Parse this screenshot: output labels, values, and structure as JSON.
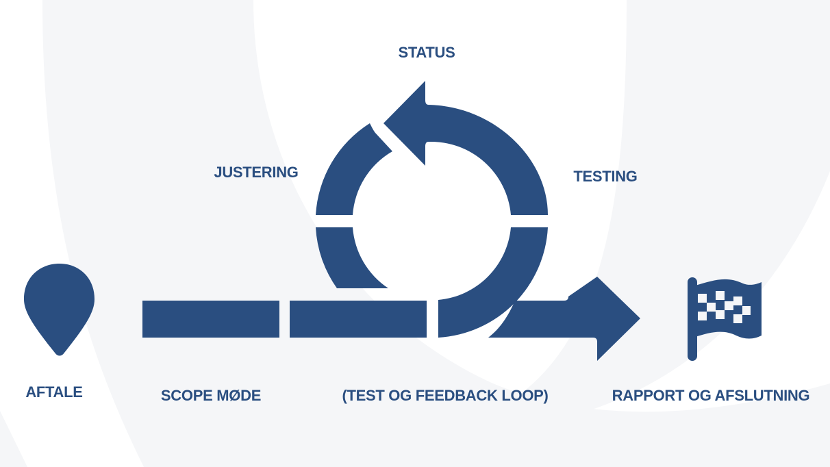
{
  "diagram": {
    "title": "Process flow",
    "colors": {
      "primary": "#2a4e80",
      "background": "#ffffff",
      "background_shape": "#f5f6f8"
    },
    "loop": {
      "labels": {
        "top": "STATUS",
        "left": "JUSTERING",
        "right": "TESTING"
      },
      "icon": "cycle-arrow-icon"
    },
    "steps": [
      {
        "id": "aftale",
        "label": "AFTALE",
        "icon": "map-pin-icon"
      },
      {
        "id": "scope",
        "label": "SCOPE MØDE",
        "icon": "bar-segment-icon"
      },
      {
        "id": "loop",
        "label": "(TEST OG FEEDBACK LOOP)",
        "icon": "loop-icon"
      },
      {
        "id": "rapport",
        "label": "RAPPORT OG AFSLUTNING",
        "icon": "checkered-flag-icon"
      }
    ]
  }
}
